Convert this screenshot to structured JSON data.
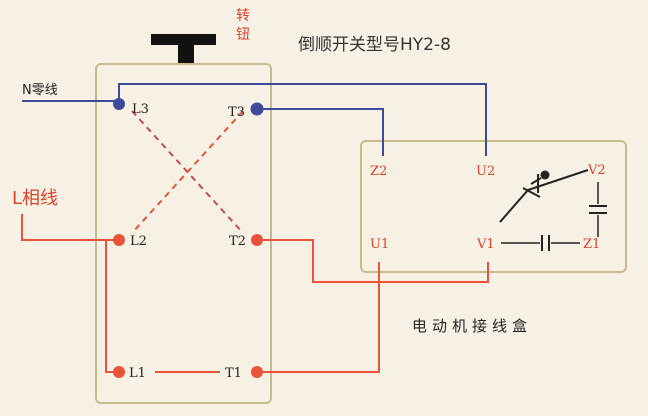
{
  "title": "倒顺开关型号HY2-8",
  "knob_label": "转钮",
  "neutral_label": "N零线",
  "phase_label": "L相线",
  "box_label": "电动机接线盒",
  "switch_terminals": {
    "L3": "L3",
    "T3": "T3",
    "L2": "L2",
    "T2": "T2",
    "L1": "L1",
    "T1": "T1"
  },
  "motor_terminals": {
    "Z2": "Z2",
    "U2": "U2",
    "V2": "V2",
    "U1": "U1",
    "V1": "V1",
    "Z1": "Z1"
  },
  "colors": {
    "neutral_wire": "#3e4a9a",
    "phase_wire": "#e8533a",
    "box_border": "#c7b98a",
    "background": "#f6f1e4"
  }
}
